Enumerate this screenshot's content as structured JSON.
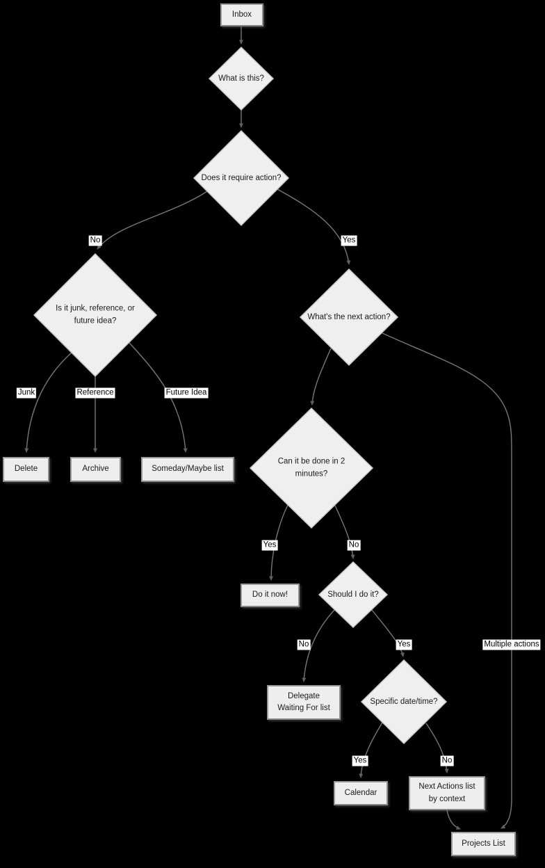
{
  "colors": {
    "background": "#000000",
    "node_fill": "#eeeeee",
    "node_border": "#9a9a9a",
    "diamond_border": "#c8c8c8",
    "edge": "#787878",
    "edge_label_background": "#ffffff",
    "text": "#1a1a1a"
  },
  "nodes": {
    "inbox": {
      "label": "Inbox"
    },
    "what_is_this": {
      "label": "What is this?"
    },
    "does_it_require_action": {
      "label": "Does it require action?"
    },
    "is_it_junk": {
      "lines": [
        "Is it junk, reference, or",
        "future idea?"
      ]
    },
    "whats_the_next_action": {
      "label": "What's the next action?"
    },
    "can_it_be_done": {
      "lines": [
        "Can it be done in 2",
        "minutes?"
      ]
    },
    "delete": {
      "label": "Delete"
    },
    "archive": {
      "label": "Archive"
    },
    "someday_maybe": {
      "label": "Someday/Maybe list"
    },
    "do_it_now": {
      "label": "Do it now!"
    },
    "should_i_do_it": {
      "label": "Should I do it?"
    },
    "delegate": {
      "lines": [
        "Delegate",
        "Waiting For list"
      ]
    },
    "specific_date_time": {
      "label": "Specific date/time?"
    },
    "calendar": {
      "label": "Calendar"
    },
    "next_actions": {
      "lines": [
        "Next Actions list",
        "by context"
      ]
    },
    "projects_list": {
      "label": "Projects List"
    }
  },
  "edge_labels": {
    "no_action": "No",
    "yes_action": "Yes",
    "junk": "Junk",
    "reference": "Reference",
    "future_idea": "Future Idea",
    "yes_two_minutes": "Yes",
    "no_two_minutes": "No",
    "no_should": "No",
    "yes_should": "Yes",
    "yes_specific": "Yes",
    "no_specific": "No",
    "multiple_actions": "Multiple actions"
  }
}
